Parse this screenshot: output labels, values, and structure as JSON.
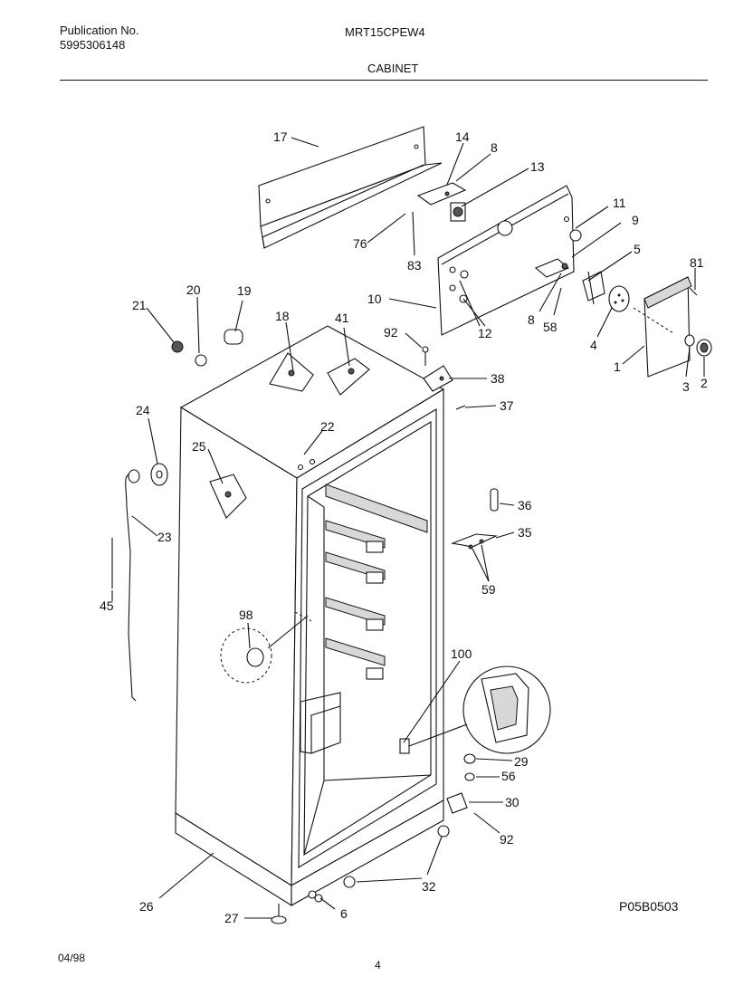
{
  "header": {
    "publication_label": "Publication No.",
    "publication_number": "5995306148",
    "model": "MRT15CPEW4",
    "section": "CABINET"
  },
  "footer": {
    "date": "04/98",
    "page": "4",
    "diagram_code": "P05B0503"
  },
  "callouts": [
    "17",
    "14",
    "8",
    "13",
    "11",
    "9",
    "5",
    "81",
    "76",
    "83",
    "10",
    "12",
    "8",
    "58",
    "4",
    "1",
    "3",
    "2",
    "21",
    "20",
    "19",
    "18",
    "41",
    "92",
    "38",
    "37",
    "24",
    "25",
    "22",
    "23",
    "45",
    "36",
    "35",
    "59",
    "98",
    "100",
    "29",
    "56",
    "30",
    "92",
    "26",
    "27",
    "6",
    "32"
  ]
}
